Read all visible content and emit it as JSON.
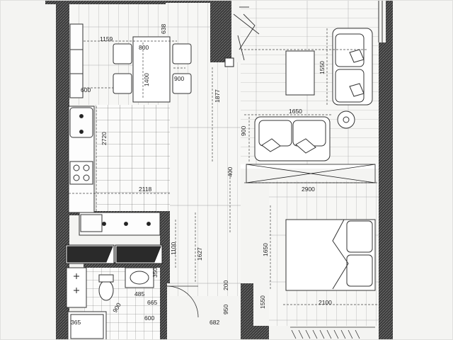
{
  "plan": {
    "dimensions": {
      "d1159": "1159",
      "d800": "800",
      "d638": "638",
      "d1400": "1400",
      "d900a": "900",
      "d600a": "600",
      "d1877": "1877",
      "d1550": "1550",
      "d1650a": "1650",
      "d900b": "900",
      "d2720": "2720",
      "d400": "400",
      "d2118": "2118",
      "d2900": "2900",
      "d1100": "1100",
      "d1627": "1627",
      "d1650b": "1650",
      "d350": "350",
      "d485": "485",
      "d665": "665",
      "d200": "200",
      "d950": "950",
      "d1550b": "1550",
      "d2100": "2100",
      "d600b": "600",
      "d682": "682",
      "d365": "365",
      "d900c": "900"
    },
    "colors": {
      "wall": "#2b2b2b",
      "wall_hatch": "#8a8a8a",
      "floor_line": "#9a9a9a",
      "furniture": "#333333",
      "background": "#f4f4f2"
    }
  }
}
